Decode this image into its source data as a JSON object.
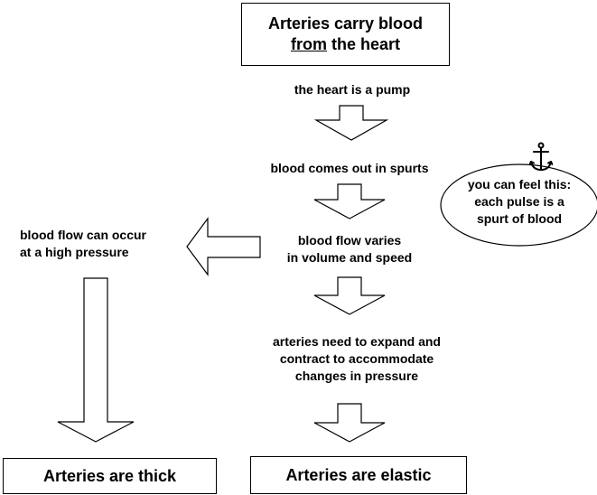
{
  "title": {
    "line1": "Arteries carry blood",
    "line2_underlined": "from",
    "line2_rest": " the heart"
  },
  "steps": {
    "pump": "the heart is a pump",
    "spurts": "blood comes out in spurts",
    "varies_line1": "blood flow varies",
    "varies_line2": "in volume and speed",
    "expand_line1": "arteries need to expand and",
    "expand_line2": "contract to accommodate",
    "expand_line3": "changes in pressure"
  },
  "side": {
    "line1": "blood flow can occur",
    "line2": "at a high pressure"
  },
  "callout": {
    "line1": "you can feel this:",
    "line2": "each pulse is a",
    "line3": "spurt of blood",
    "icon": "anchor-icon"
  },
  "conclusions": {
    "thick": "Arteries are thick",
    "elastic": "Arteries are elastic"
  }
}
